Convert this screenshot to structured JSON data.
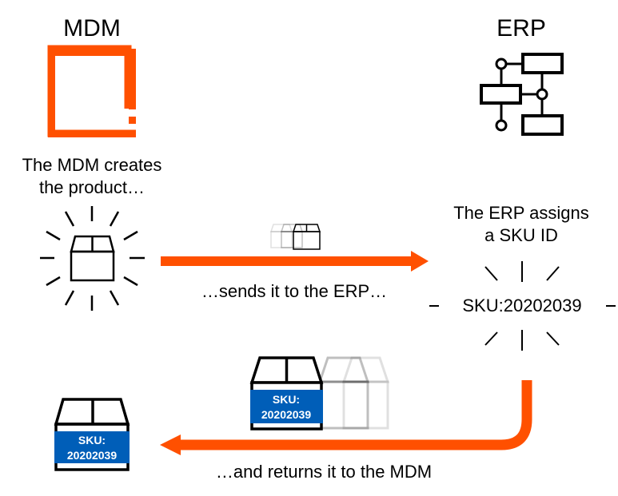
{
  "colors": {
    "accent": "#ff5000",
    "sku_label_bg": "#005eb8",
    "stroke": "#000000"
  },
  "mdm": {
    "title": "MDM",
    "icon": "mdm-logo-icon",
    "caption_line1": "The MDM creates",
    "caption_line2": "the product…"
  },
  "erp": {
    "title": "ERP",
    "icon": "erp-flowchart-icon",
    "caption_line1": "The ERP assigns",
    "caption_line2": "a SKU ID",
    "sku_text": "SKU:20202039"
  },
  "flow": {
    "send_label": "…sends it to the ERP…",
    "return_label": "…and returns it to the MDM"
  },
  "package": {
    "sku_line1": "SKU:",
    "sku_line2": "20202039"
  }
}
